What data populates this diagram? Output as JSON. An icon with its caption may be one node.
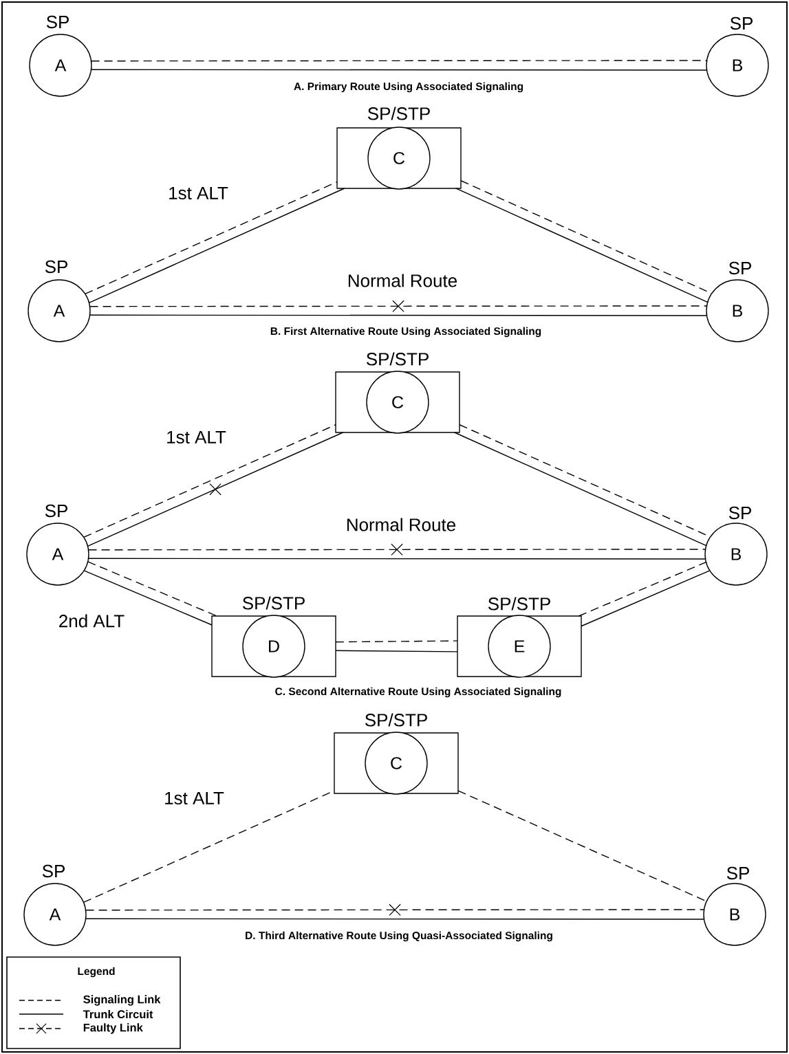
{
  "diagram": {
    "nodes": [
      {
        "text": [
          "SP",
          "A"
        ]
      },
      {
        "text": [
          "SP",
          "B"
        ]
      },
      {
        "text": [
          "SP",
          "A"
        ]
      },
      {
        "text": [
          "SP/STP"
        ]
      },
      {
        "text": [
          "C"
        ],
        "in": 3
      },
      {
        "text": [
          "SP",
          "B"
        ]
      },
      {
        "text": [
          "SP",
          "A"
        ]
      },
      {
        "text": [
          "SP/STP"
        ]
      },
      {
        "text": [
          "C"
        ],
        "in": 7
      },
      {
        "text": [
          "SP",
          "B"
        ]
      },
      {
        "text": [
          "SP/STP"
        ]
      },
      {
        "text": [
          "D"
        ],
        "in": 10
      },
      {
        "text": [
          "SP/STP"
        ]
      },
      {
        "text": [
          "E"
        ],
        "in": 12
      },
      {
        "text": [
          "SP",
          "A"
        ]
      },
      {
        "text": [
          "SP/STP"
        ]
      },
      {
        "text": [
          "C"
        ],
        "in": 15
      },
      {
        "text": [
          "SP",
          "B"
        ]
      }
    ],
    "edges": [
      {
        "from": 0,
        "to": 1,
        "arrow": "none",
        "style": "dashed"
      },
      {
        "from": 0,
        "to": 1,
        "arrow": "none"
      },
      {
        "from": 2,
        "to": 3,
        "arrow": "none",
        "style": "dashed",
        "label": "1st ALT"
      },
      {
        "from": 2,
        "to": 3,
        "arrow": "none"
      },
      {
        "from": 3,
        "to": 5,
        "arrow": "none",
        "style": "dashed"
      },
      {
        "from": 3,
        "to": 5,
        "arrow": "none"
      },
      {
        "from": 2,
        "to": 5,
        "arrow": "none",
        "style": "dashed",
        "label": "Normal Route"
      },
      {
        "from": 2,
        "to": 5,
        "arrow": "none"
      },
      {
        "from": 6,
        "to": 7,
        "arrow": "none",
        "style": "dashed",
        "label": "1st ALT"
      },
      {
        "from": 6,
        "to": 7,
        "arrow": "none"
      },
      {
        "from": 7,
        "to": 9,
        "arrow": "none",
        "style": "dashed"
      },
      {
        "from": 7,
        "to": 9,
        "arrow": "none"
      },
      {
        "from": 6,
        "to": 9,
        "arrow": "none",
        "style": "dashed",
        "label": "Normal Route"
      },
      {
        "from": 6,
        "to": 9,
        "arrow": "none"
      },
      {
        "from": 6,
        "to": 10,
        "arrow": "none",
        "style": "dashed",
        "label": "2nd ALT"
      },
      {
        "from": 6,
        "to": 10,
        "arrow": "none"
      },
      {
        "from": 10,
        "to": 12,
        "arrow": "none",
        "style": "dashed"
      },
      {
        "from": 10,
        "to": 12,
        "arrow": "none"
      },
      {
        "from": 12,
        "to": 9,
        "arrow": "none",
        "style": "dashed"
      },
      {
        "from": 12,
        "to": 9,
        "arrow": "none"
      },
      {
        "from": 14,
        "to": 15,
        "arrow": "none",
        "style": "dashed",
        "label": "1st ALT"
      },
      {
        "from": 15,
        "to": 17,
        "arrow": "none",
        "style": "dashed"
      },
      {
        "from": 14,
        "to": 17,
        "arrow": "none",
        "style": "dashed"
      },
      {
        "from": 14,
        "to": 17,
        "arrow": "none"
      }
    ],
    "labels": [
      "A. Primary Route Using Associated Signaling",
      "B. First Alternative Route Using Associated Signaling",
      "C. Second Alternative Route Using Associated Signaling",
      "D. Third Alternative Route Using Quasi-Associated Signaling",
      "Legend"
    ],
    "legend": [
      {
        "text": "Signaling Link"
      },
      {
        "text": "Trunk Circuit"
      },
      {
        "text": "Faulty Link"
      }
    ]
  }
}
